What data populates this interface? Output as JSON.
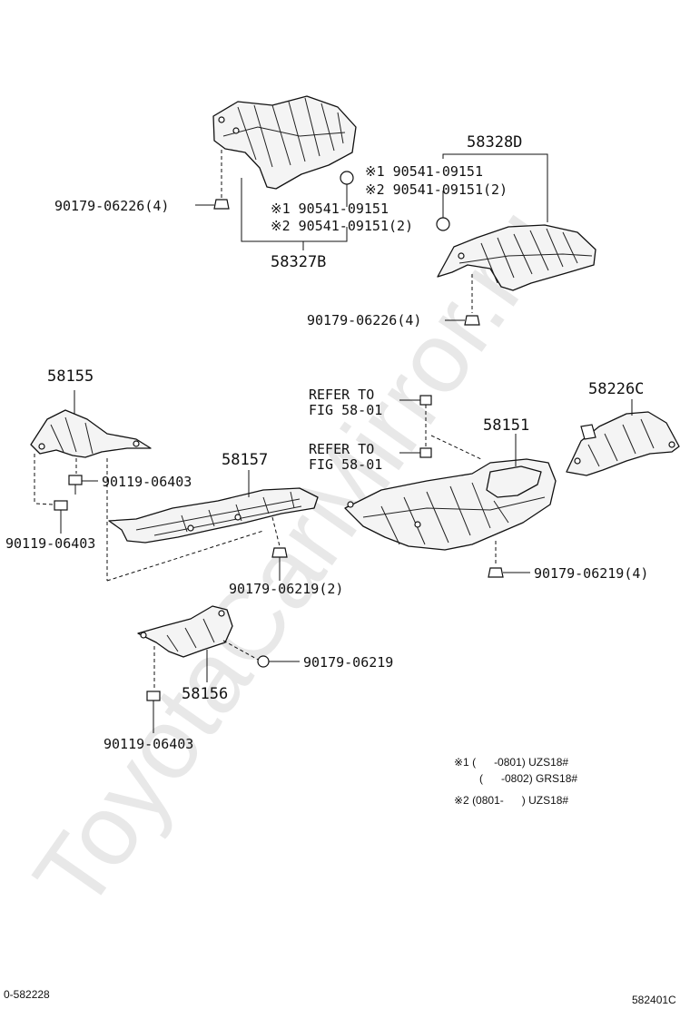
{
  "watermark": "ToyotaCarMirror.ru",
  "labels": {
    "p58328D": "58328D",
    "p58327B": "58327B",
    "p58155": "58155",
    "p58157": "58157",
    "p58151": "58151",
    "p58226C": "58226C",
    "p58156": "58156",
    "clip_top_left": "90179-06226(4)",
    "clip_top_right": "90179-06226(4)",
    "c1_left": "※1 90541-09151",
    "c2_left": "※2 90541-09151(2)",
    "c1_right": "※1 90541-09151",
    "c2_right": "※2 90541-09151(2)",
    "refer1_a": "REFER TO",
    "refer1_b": "FIG 58-01",
    "refer2_a": "REFER TO",
    "refer2_b": "FIG 58-01",
    "bolt_58155_a": "90119-06403",
    "bolt_58155_b": "90119-06403",
    "nut_58157": "90179-06219(2)",
    "nut_58151": "90179-06219(4)",
    "nut_58156": "90179-06219",
    "bolt_58156": "90119-06403"
  },
  "notes": {
    "n1_line1": "※1 (      -0801) UZS18#",
    "n1_line2": "(      -0802) GRS18#",
    "n2_line1": "※2 (0801-      ) UZS18#"
  },
  "footer": {
    "left_code": "0-582228",
    "right_code": "582401C"
  }
}
